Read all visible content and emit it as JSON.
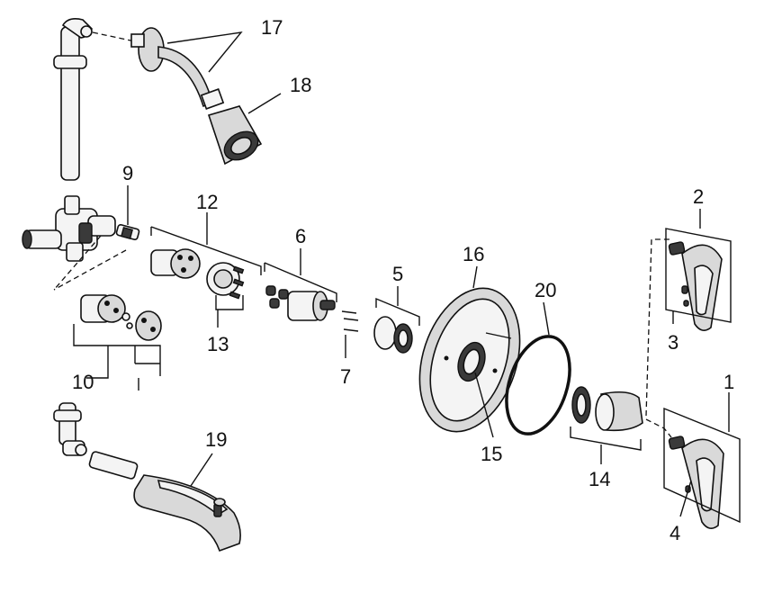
{
  "diagram": {
    "callouts": [
      {
        "id": "1",
        "text": "1"
      },
      {
        "id": "2",
        "text": "2"
      },
      {
        "id": "3",
        "text": "3"
      },
      {
        "id": "4",
        "text": "4"
      },
      {
        "id": "5",
        "text": "5"
      },
      {
        "id": "6",
        "text": "6"
      },
      {
        "id": "7",
        "text": "7"
      },
      {
        "id": "9",
        "text": "9"
      },
      {
        "id": "10",
        "text": "10"
      },
      {
        "id": "12",
        "text": "12"
      },
      {
        "id": "13",
        "text": "13"
      },
      {
        "id": "14",
        "text": "14"
      },
      {
        "id": "15",
        "text": "15"
      },
      {
        "id": "16",
        "text": "16"
      },
      {
        "id": "17",
        "text": "17"
      },
      {
        "id": "18",
        "text": "18"
      },
      {
        "id": "19",
        "text": "19"
      },
      {
        "id": "20",
        "text": "20"
      }
    ]
  }
}
